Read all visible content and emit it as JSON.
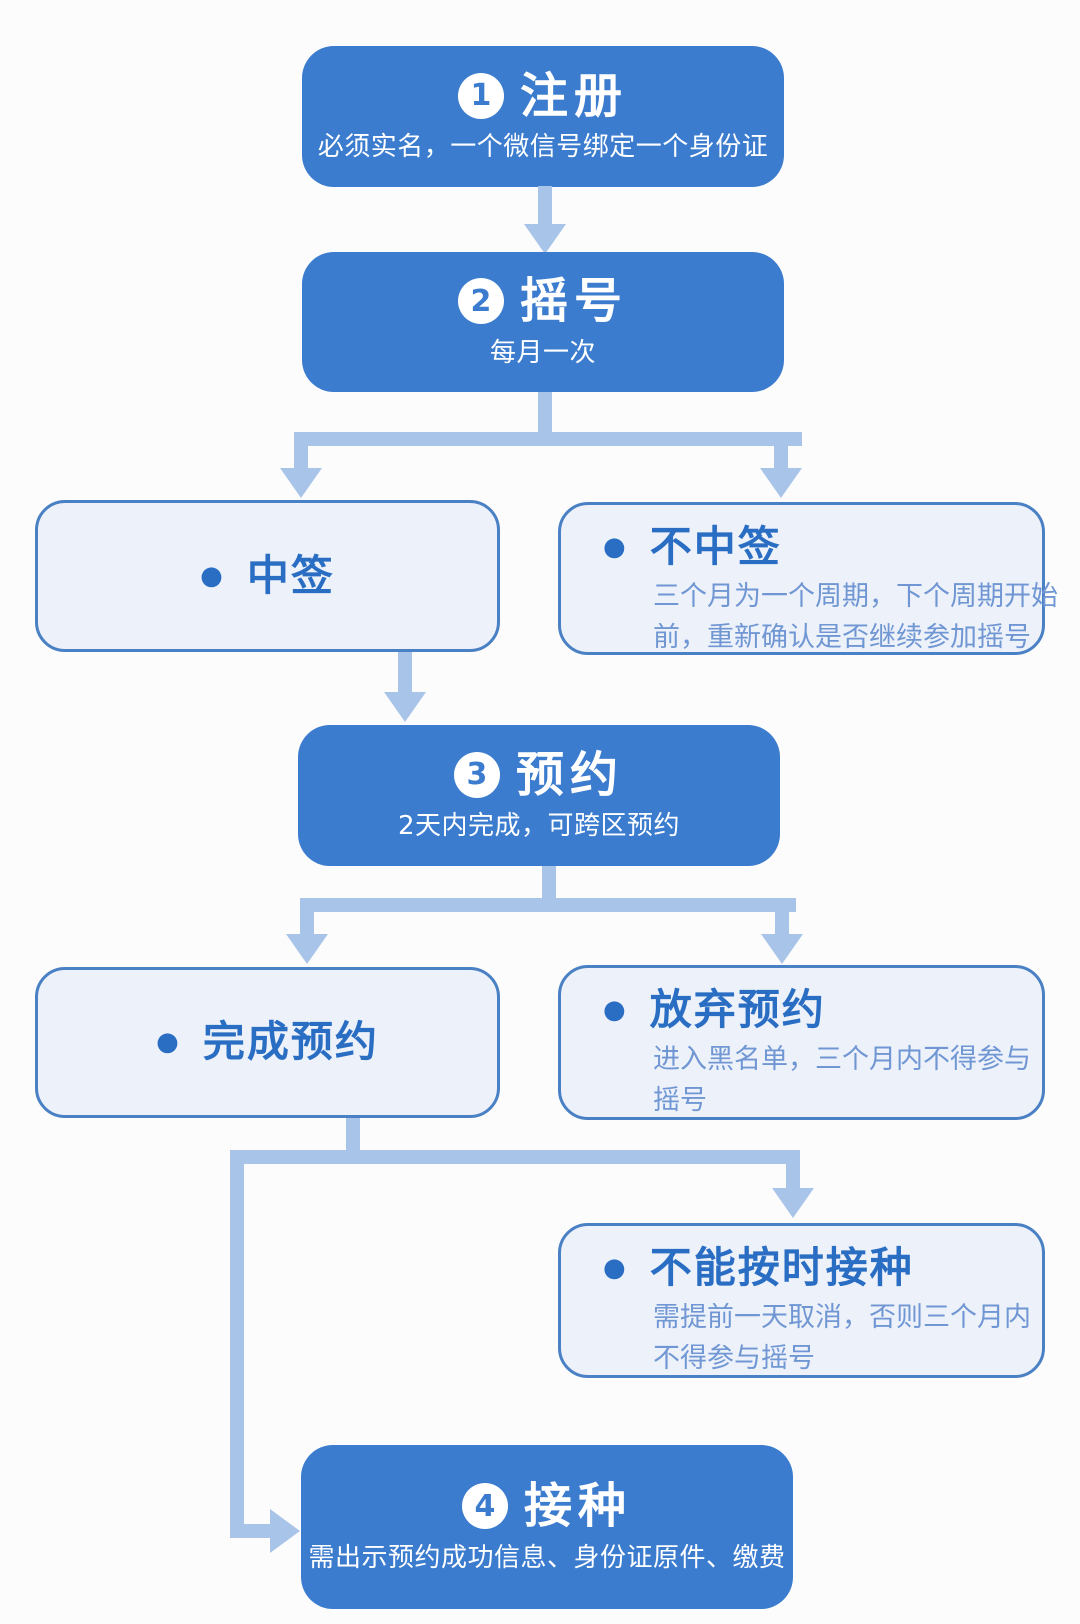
{
  "flowchart": {
    "steps": [
      {
        "number": "1",
        "title": "注册",
        "subtitle": "必须实名，一个微信号绑定一个身份证"
      },
      {
        "number": "2",
        "title": "摇号",
        "subtitle": "每月一次"
      },
      {
        "number": "3",
        "title": "预约",
        "subtitle": "2天内完成，可跨区预约"
      },
      {
        "number": "4",
        "title": "接种",
        "subtitle": "需出示预约成功信息、身份证原件、缴费"
      }
    ],
    "outcomes": [
      {
        "bullet": "●",
        "title": "中签",
        "desc": ""
      },
      {
        "bullet": "●",
        "title": "不中签",
        "desc": "三个月为一个周期，下个周期开始前，重新确认是否继续参加摇号"
      },
      {
        "bullet": "●",
        "title": "完成预约",
        "desc": ""
      },
      {
        "bullet": "●",
        "title": "放弃预约",
        "desc": "进入黑名单，三个月内不得参与摇号"
      },
      {
        "bullet": "●",
        "title": "不能按时接种",
        "desc": "需提前一天取消，否则三个月内不得参与摇号"
      }
    ],
    "colors": {
      "step_fill": "#3b7ccf",
      "connector": "#a8c5e9",
      "outcome_fill": "#edf1fa",
      "outcome_border": "#4a80c4",
      "outcome_title": "#2a6ec4",
      "outcome_desc": "#7097d3"
    }
  }
}
